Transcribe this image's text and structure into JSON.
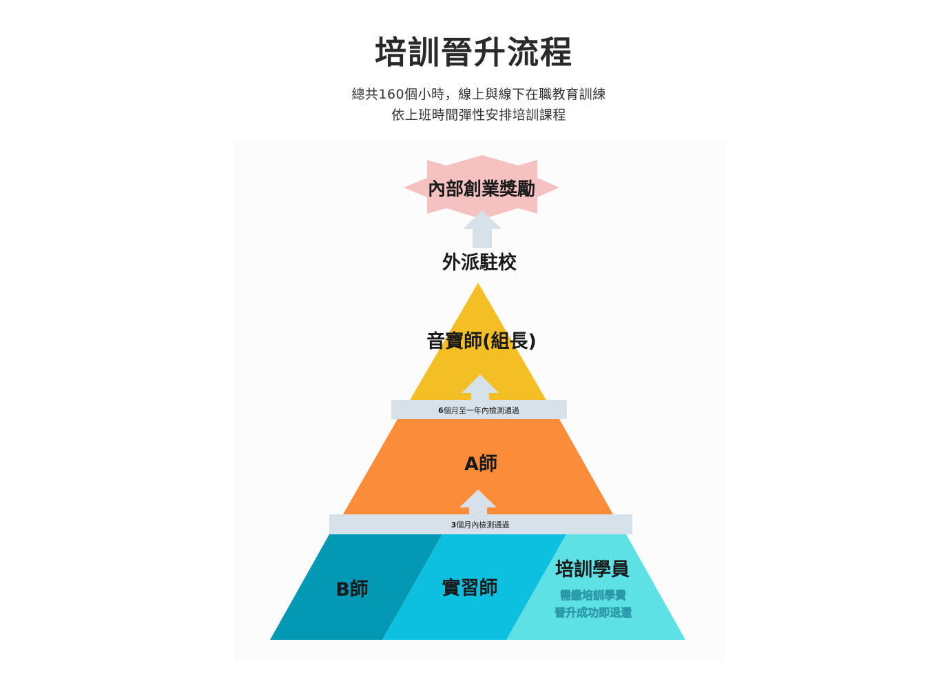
{
  "header": {
    "title": "培訓晉升流程",
    "subtitle_line1": "總共160個小時，線上與線下在職教育訓練",
    "subtitle_line2": "依上班時間彈性安排培訓課程"
  },
  "pyramid": {
    "top_reward": "內部創業獎勵",
    "step_above_peak": "外派駐校",
    "levels": {
      "top": {
        "label": "音寶師(組長)",
        "color": "#f4be25"
      },
      "middle": {
        "label": "A師",
        "color": "#fb8c3a"
      },
      "bottom": [
        {
          "label": "B師",
          "color": "#0398b3"
        },
        {
          "label": "實習師",
          "color": "#0dc0e0"
        },
        {
          "label": "培訓學員",
          "color": "#5de1e5",
          "note_line1": "需繳培訓學費",
          "note_line2": "晉升成功即退還",
          "note_color": "#fff3b0"
        }
      ]
    },
    "bands": {
      "upper": {
        "prefix": "6",
        "text": "個月至一年內檢測通過"
      },
      "lower": {
        "prefix": "3",
        "text": "個月內檢測通過"
      }
    },
    "colors": {
      "star": "#f6c2c1",
      "arrow": "#d7e1ea",
      "band": "#d7e1ea"
    }
  }
}
